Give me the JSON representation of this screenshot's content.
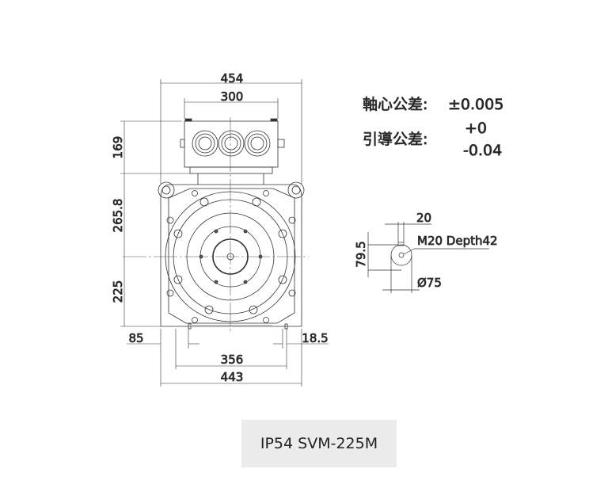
{
  "dimensions": {
    "overall_width": "454",
    "terminal_box_width": "300",
    "terminal_box_height": "169",
    "upper_height": "265.8",
    "center_height": "225",
    "foot_offset": "85",
    "foot_slot": "18.5",
    "foot_spacing": "356",
    "base_width": "443"
  },
  "tolerances": {
    "shaft_label": "軸心公差:",
    "shaft_value": "±0.005",
    "guide_label": "引導公差:",
    "guide_upper": "+0",
    "guide_lower": "-0.04"
  },
  "shaft_detail": {
    "key_width": "20",
    "thread": "M20 Depth42",
    "key_height": "79.5",
    "diameter": "Ø75"
  },
  "caption": "IP54 SVM-225M"
}
